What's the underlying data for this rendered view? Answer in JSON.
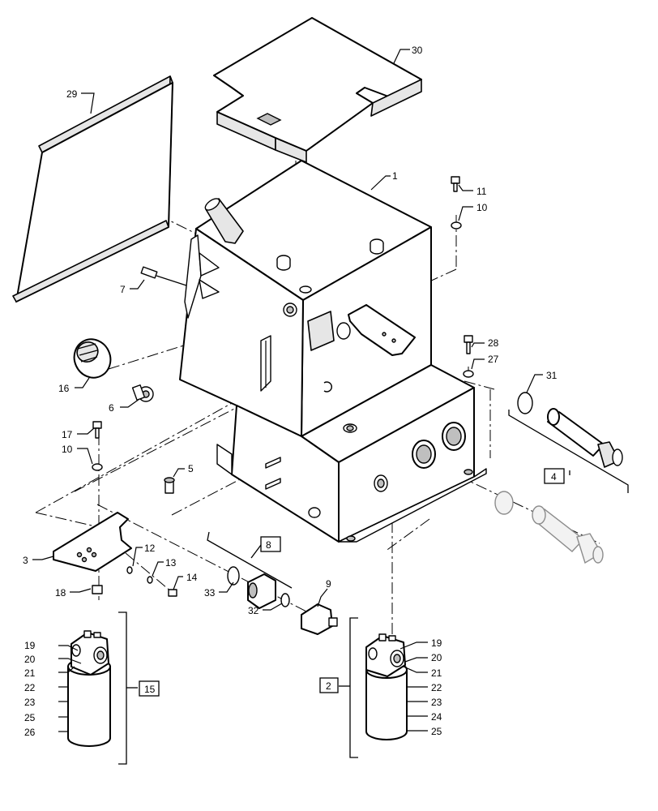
{
  "callouts": {
    "c1": "1",
    "c2": "2",
    "c3": "3",
    "c4": "4",
    "c5": "5",
    "c6": "6",
    "c7": "7",
    "c8": "8",
    "c9": "9",
    "c10a": "10",
    "c10b": "10",
    "c11": "11",
    "c12": "12",
    "c13": "13",
    "c14": "14",
    "c15": "15",
    "c16": "16",
    "c17": "17",
    "c18": "18",
    "c19a": "19",
    "c20a": "20",
    "c21a": "21",
    "c22a": "22",
    "c23a": "23",
    "c25a": "25",
    "c26": "26",
    "c19b": "19",
    "c20b": "20",
    "c21b": "21",
    "c22b": "22",
    "c23b": "23",
    "c24": "24",
    "c25b": "25",
    "c27": "27",
    "c28": "28",
    "c29": "29",
    "c30": "30",
    "c31": "31",
    "c32": "32",
    "c33": "33"
  }
}
